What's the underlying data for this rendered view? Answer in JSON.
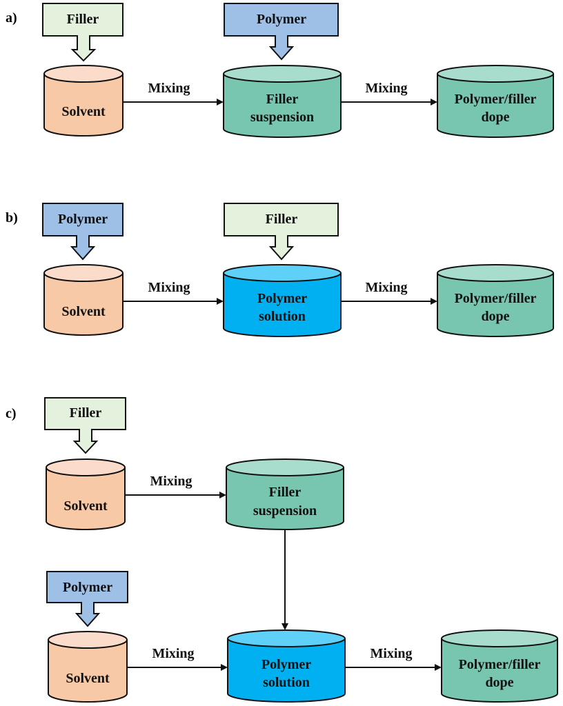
{
  "colors": {
    "filler_box": "#e3f1dd",
    "polymer_box": "#9ec0e6",
    "solvent_body": "#f8c9a7",
    "solvent_top": "#fbdccb",
    "suspension_body": "#79c6b0",
    "suspension_top": "#a8dccd",
    "solution_body": "#00b0f0",
    "solution_top": "#5fd0f8",
    "dope_body": "#79c6b0",
    "dope_top": "#a8dccd"
  },
  "panels": {
    "a": {
      "label": "a)",
      "input1": "Filler",
      "input2": "Polymer",
      "start": "Solvent",
      "mix1": "Mixing",
      "middle": [
        "Filler",
        "suspension"
      ],
      "mix2": "Mixing",
      "end": [
        "Polymer/filler",
        "dope"
      ]
    },
    "b": {
      "label": "b)",
      "input1": "Polymer",
      "input2": "Filler",
      "start": "Solvent",
      "mix1": "Mixing",
      "middle": [
        "Polymer",
        "solution"
      ],
      "mix2": "Mixing",
      "end": [
        "Polymer/filler",
        "dope"
      ]
    },
    "c": {
      "label": "c)",
      "top_input": "Filler",
      "top_start": "Solvent",
      "top_mix": "Mixing",
      "top_middle": [
        "Filler",
        "suspension"
      ],
      "bottom_input": "Polymer",
      "bottom_start": "Solvent",
      "bottom_mix": "Mixing",
      "bottom_middle": [
        "Polymer",
        "solution"
      ],
      "bottom_mix2": "Mixing",
      "end": [
        "Polymer/filler",
        "dope"
      ]
    }
  }
}
